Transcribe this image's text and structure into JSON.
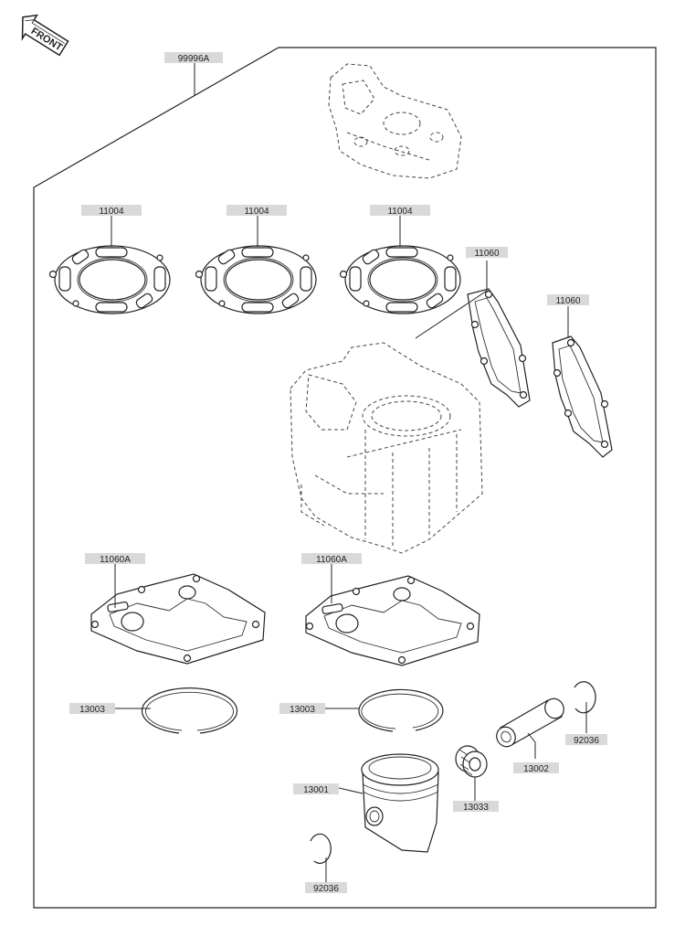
{
  "front_badge": {
    "text": "FRONT"
  },
  "parts": [
    {
      "id": "kit",
      "number": "99996A"
    },
    {
      "id": "head-gasket-1",
      "number": "11004"
    },
    {
      "id": "head-gasket-2",
      "number": "11004"
    },
    {
      "id": "head-gasket-3",
      "number": "11004"
    },
    {
      "id": "exhaust-gasket-1",
      "number": "11060"
    },
    {
      "id": "exhaust-gasket-2",
      "number": "11060"
    },
    {
      "id": "base-gasket-1",
      "number": "11060A"
    },
    {
      "id": "base-gasket-2",
      "number": "11060A"
    },
    {
      "id": "piston-ring-1",
      "number": "13003"
    },
    {
      "id": "piston-ring-2",
      "number": "13003"
    },
    {
      "id": "piston",
      "number": "13001"
    },
    {
      "id": "needle-bearing",
      "number": "13033"
    },
    {
      "id": "piston-pin",
      "number": "13002"
    },
    {
      "id": "snap-ring-1",
      "number": "92036"
    },
    {
      "id": "snap-ring-2",
      "number": "92036"
    }
  ]
}
